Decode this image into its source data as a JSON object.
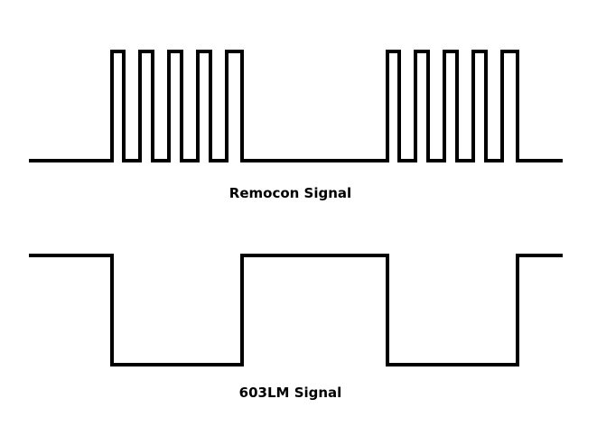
{
  "diagram": {
    "line_color": "#000000",
    "background": "#ffffff",
    "signals": [
      {
        "label": "Remocon Signal",
        "waveform": "burst",
        "idle_level": "low",
        "bursts": 2,
        "pulses_per_burst": 5
      },
      {
        "label": "603LM Signal",
        "waveform": "square",
        "idle_level": "high",
        "low_periods": 2
      }
    ]
  }
}
